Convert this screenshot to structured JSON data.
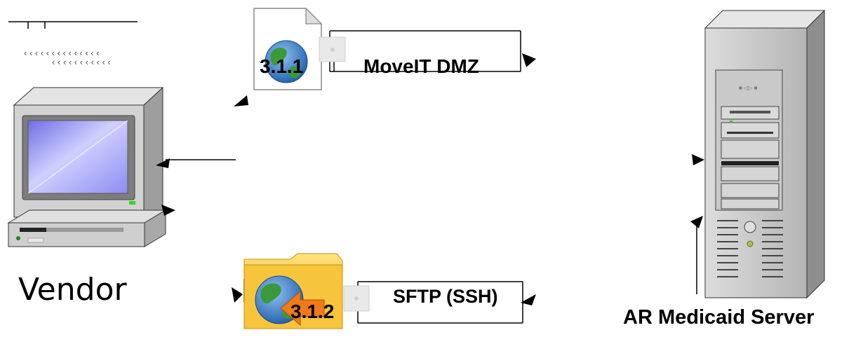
{
  "labels": {
    "vendor": "Vendor",
    "server": "AR Medicaid Server",
    "dmz": "MoveIT DMZ",
    "sftp": "SFTP (SSH)",
    "step1": "3.1.1",
    "step2": "3.1.2"
  },
  "icons": {
    "vendor": "desktop-computer-icon",
    "server": "tower-server-icon",
    "dmz": "web-document-globe-icon",
    "sftp": "web-folder-globe-icon"
  },
  "colors": {
    "screen": "#9b9bf0",
    "folder": "#f4c23a",
    "globe_blue": "#2a6fb8",
    "globe_green": "#3a9a3a",
    "arrow_orange": "#f07a1a"
  }
}
